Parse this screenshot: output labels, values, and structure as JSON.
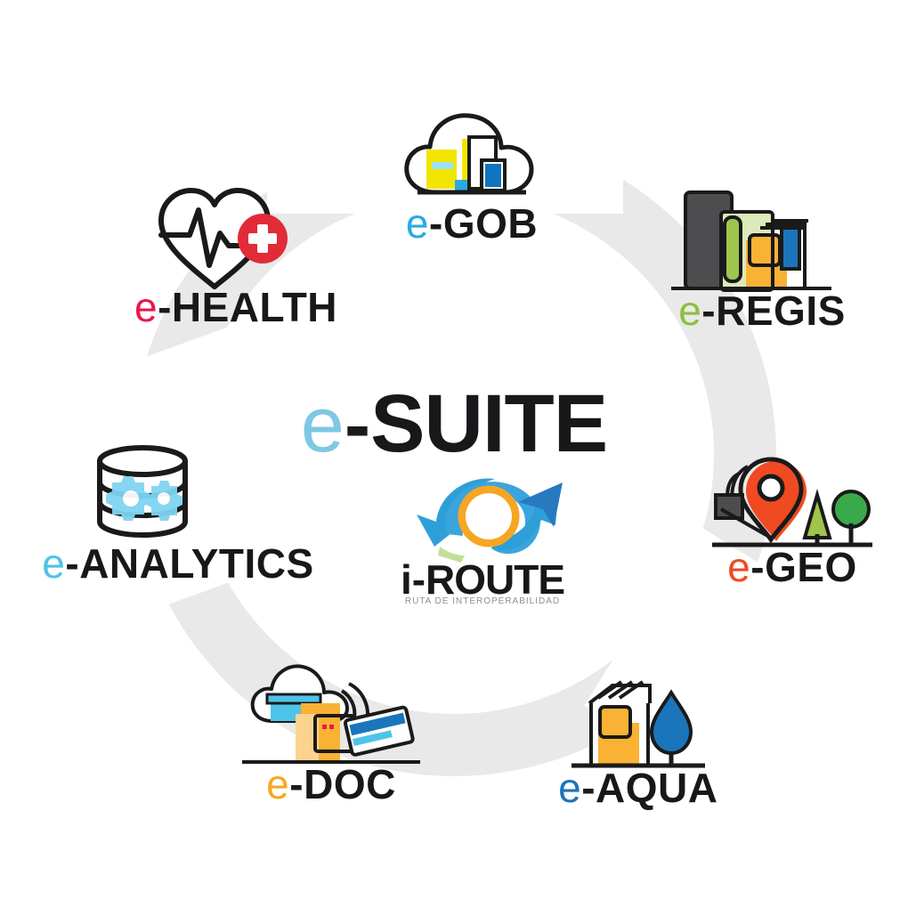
{
  "diagram": {
    "title": "e-SUITE",
    "center_logo": {
      "e": "e",
      "dash": "-",
      "word": "SUITE",
      "e_color": "#7ec8e3",
      "word_color": "#16181a"
    },
    "hub": {
      "prefix": "i",
      "dash": "-",
      "word": "ROUTE",
      "subtitle": "RUTA DE INTEROPERABILIDAD",
      "icon": "interoperability-swirl-arrows-icon",
      "arrow_color": "#2e9fd6",
      "ring_color": "#f6a623"
    },
    "modules": [
      {
        "id": "gob",
        "e": "e",
        "dash": "-",
        "word": "GOB",
        "e_color": "#29abe2",
        "icon": "cloud-city-icon",
        "icon_colors": [
          "#f2e600",
          "#29abe2",
          "#0f75bc",
          "#1a1a1a"
        ]
      },
      {
        "id": "regis",
        "e": "e",
        "dash": "-",
        "word": "REGIS",
        "e_color": "#8dbf3c",
        "icon": "registry-buildings-icon",
        "icon_colors": [
          "#4d4d4f",
          "#9fc54d",
          "#f9b233",
          "#1b75bb"
        ]
      },
      {
        "id": "geo",
        "e": "e",
        "dash": "-",
        "word": "GEO",
        "e_color": "#f04a23",
        "icon": "map-pin-trees-icon",
        "icon_colors": [
          "#f04a23",
          "#3aa94b",
          "#9fc54d",
          "#4d4d4f"
        ]
      },
      {
        "id": "aqua",
        "e": "e",
        "dash": "-",
        "word": "AQUA",
        "e_color": "#1b75bb",
        "icon": "water-tower-droplet-icon",
        "icon_colors": [
          "#f9b233",
          "#1b75bb",
          "#1a1a1a"
        ]
      },
      {
        "id": "doc",
        "e": "e",
        "dash": "-",
        "word": "DOC",
        "e_color": "#f7a823",
        "icon": "cloud-documents-icon",
        "icon_colors": [
          "#f9b233",
          "#29abe2",
          "#1b75bb",
          "#1a1a1a"
        ]
      },
      {
        "id": "analytics",
        "e": "e",
        "dash": "-",
        "word": "ANALYTICS",
        "e_color": "#4ec3e8",
        "icon": "database-gears-icon",
        "icon_colors": [
          "#1a1a1a",
          "#7fd4f2"
        ]
      },
      {
        "id": "health",
        "e": "e",
        "dash": "-",
        "word": "HEALTH",
        "e_color": "#e8194b",
        "icon": "heart-pulse-cross-icon",
        "icon_colors": [
          "#1a1a1a",
          "#e12b39",
          "#ffffff"
        ]
      }
    ],
    "background": {
      "ring_color": "#e9e9ea",
      "page_color": "#ffffff"
    }
  }
}
